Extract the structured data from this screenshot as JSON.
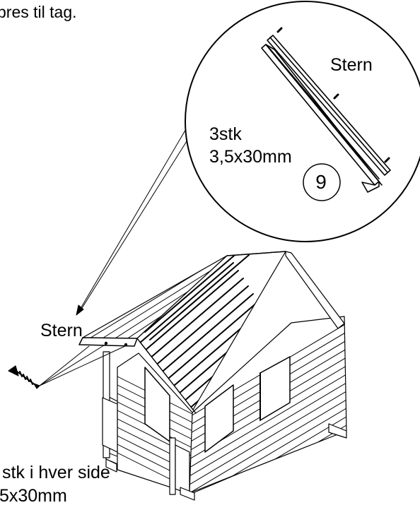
{
  "header_text": "pres til tag.",
  "detail": {
    "part_label": "Stern",
    "quantity": "3stk",
    "screw_size": "3,5x30mm",
    "step_number": "9"
  },
  "main": {
    "part_label": "Stern",
    "quantity": "stk i hver side",
    "screw_size": ",5x30mm"
  }
}
